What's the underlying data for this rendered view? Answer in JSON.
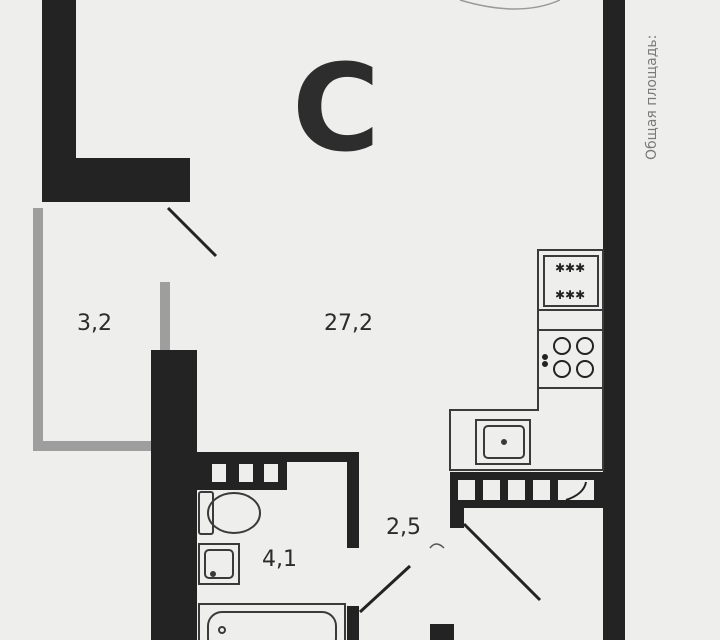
{
  "plan": {
    "room_letter": "С",
    "areas": {
      "balcony": "3,2",
      "main_room": "27,2",
      "bathroom": "4,1",
      "hallway": "2,5"
    },
    "side_caption": "Общая площадь:",
    "colors": {
      "wall": "#232323",
      "balcony_frame": "#9e9e9e",
      "background": "#eeeeec",
      "fixture_stroke": "#3a3a3a"
    }
  }
}
